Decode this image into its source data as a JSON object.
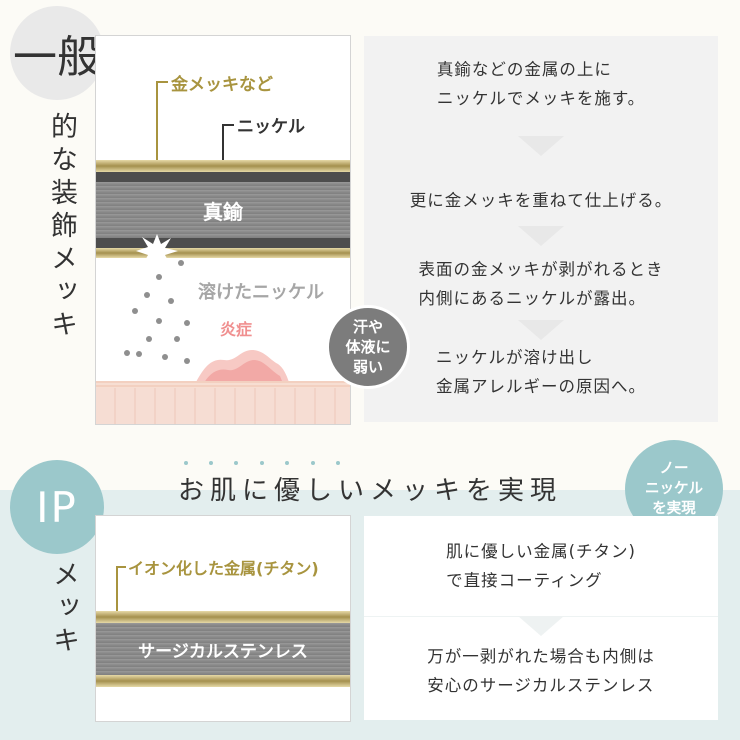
{
  "general": {
    "badge": "一般",
    "vertical_label": "的な装飾メッキ",
    "labels": {
      "gold_plating": "金メッキなど",
      "nickel": "ニッケル",
      "brass": "真鍮",
      "dissolved_nickel": "溶けたニッケル",
      "inflammation": "炎症"
    },
    "weak_bubble": "汗や\n体液に\n弱い",
    "steps": [
      "真鍮などの金属の上に\nニッケルでメッキを施す。",
      "更に金メッキを重ねて仕上げる。",
      "表面の金メッキが剥がれるとき\n内側にあるニッケルが露出。",
      "ニッケルが溶け出し\n金属アレルギーの原因へ。"
    ]
  },
  "headline": "お肌に優しいメッキを実現",
  "ip": {
    "badge": "IP",
    "vertical_label": "メッキ",
    "nonickel_bubble": "ノー\nニッケル\nを実現",
    "labels": {
      "ion_metal": "イオン化した金属(チタン)",
      "surgical": "サージカルステンレス"
    },
    "steps": [
      "肌に優しい金属(チタン)\nで直接コーティング",
      "万が一剥がれた場合も内側は\n安心のサージカルステンレス"
    ]
  },
  "colors": {
    "gold": "#a8943f",
    "teal": "#9bc8cb",
    "inflammation": "#f08f8f",
    "dissolved_text": "#a6a6a6"
  }
}
